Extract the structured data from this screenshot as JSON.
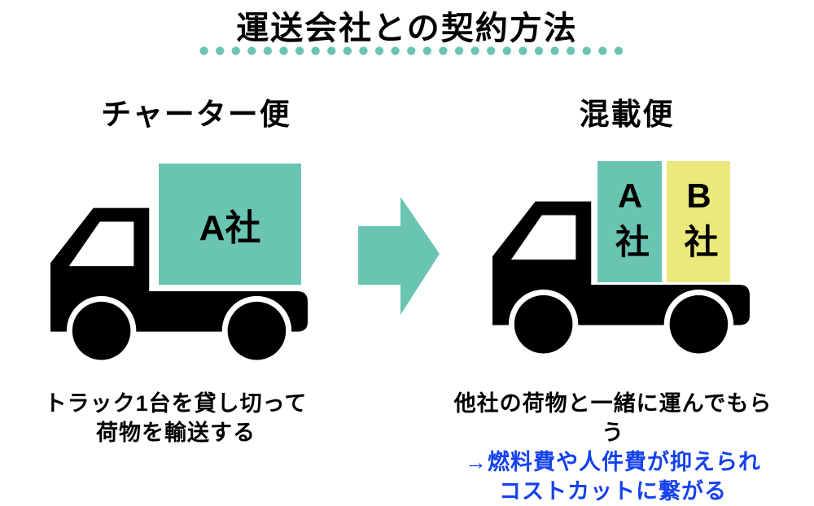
{
  "header": {
    "title": "運送会社との契約方法",
    "accent_color": "#6ac4b2"
  },
  "charter": {
    "heading": "チャーター便",
    "truck_color": "#000000",
    "cargo": [
      {
        "label": "A社",
        "color": "#6ac4b2"
      }
    ],
    "caption": {
      "line1": "トラック1台を貸し切って",
      "line2": "荷物を輸送する"
    }
  },
  "arrow": {
    "direction": "right",
    "color": "#6ac4b2"
  },
  "consolidated": {
    "heading": "混載便",
    "truck_color": "#000000",
    "cargo": [
      {
        "label": "A社",
        "color": "#6ac4b2"
      },
      {
        "label": "B社",
        "color": "#ece97c"
      }
    ],
    "caption": {
      "line1": "他社の荷物と一緒に運んでもらう",
      "line2": "→燃料費や人件費が抑えられ",
      "line3": "コストカットに繋がる"
    },
    "highlight_color": "#1642ee"
  }
}
